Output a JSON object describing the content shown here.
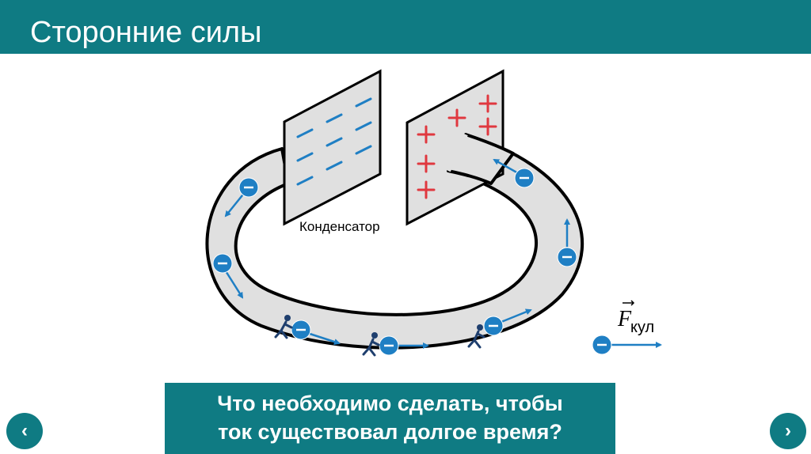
{
  "header": {
    "title": "Сторонние силы"
  },
  "diagram": {
    "capacitor_label": "Конденсатор",
    "force_symbol": "F",
    "force_subscript": "кул",
    "negative_sign": "−",
    "positive_sign": "+"
  },
  "question": {
    "line1": "Что необходимо сделать, чтобы",
    "line2": "ток существовал долгое время?"
  },
  "navigation": {
    "prev_icon": "chevron-left-icon",
    "next_icon": "chevron-right-icon",
    "prev_glyph": "‹",
    "next_glyph": "›"
  },
  "colors": {
    "header": "#0f7b83",
    "charge": "#1f7fc4",
    "plus": "#e0383f",
    "minus_dash": "#1f7fc4",
    "ring": "#e0e0e0",
    "plate": "#e0e0e0"
  }
}
